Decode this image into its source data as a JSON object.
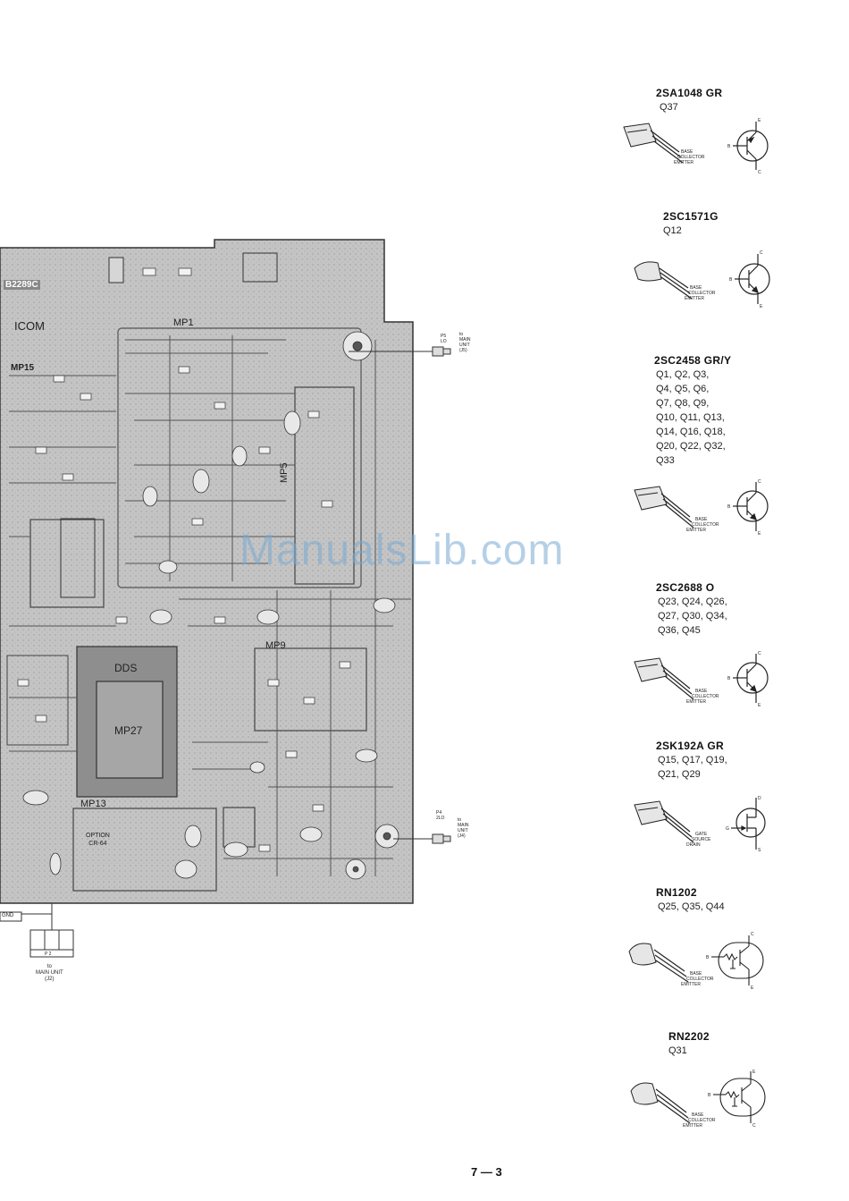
{
  "board": {
    "code": "B2289C",
    "brand": "ICOM",
    "module_labels": [
      "MP15",
      "MP1",
      "MP5",
      "MP9",
      "MP13",
      "DDS",
      "MP27"
    ],
    "option_label": [
      "OPTION",
      "CR-64"
    ],
    "gnd": "GND",
    "p5": {
      "name": "P5",
      "sig": "LO",
      "dest": [
        "to",
        "MAIN",
        "UNIT",
        "(J5)"
      ]
    },
    "p4": {
      "name": "P4",
      "sig": "2LO",
      "dest": [
        "to",
        "MAIN",
        "UNIT",
        "(J4)"
      ]
    },
    "p2": {
      "name": "P 2",
      "dest": [
        "to",
        "MAIN UNIT",
        "(J2)"
      ]
    }
  },
  "transistors": [
    {
      "title": "2SA1048  GR",
      "refs": [
        "Q37"
      ],
      "type": "pnp",
      "pins": [
        "BASE",
        "COLLECTOR",
        "EMITTER"
      ]
    },
    {
      "title": "2SC1571G",
      "refs": [
        "Q12"
      ],
      "type": "npn",
      "pins": [
        "BASE",
        "COLLECTOR",
        "EMITTER"
      ]
    },
    {
      "title": "2SC2458  GR/Y",
      "refs": [
        "Q1,  Q2,  Q3,",
        "Q4,  Q5,  Q6,",
        "Q7,  Q8,  Q9,",
        "Q10,  Q11,  Q13,",
        "Q14,  Q16,  Q18,",
        "Q20,  Q22,  Q32,",
        "Q33"
      ],
      "type": "npn",
      "pins": [
        "BASE",
        "COLLECTOR",
        "EMITTER"
      ]
    },
    {
      "title": "2SC2688  O",
      "refs": [
        "Q23,  Q24,  Q26,",
        "Q27,  Q30,  Q34,",
        "Q36,  Q45"
      ],
      "type": "npn",
      "pins": [
        "BASE",
        "COLLECTOR",
        "EMITTER"
      ]
    },
    {
      "title": "2SK192A  GR",
      "refs": [
        "Q15,  Q17,  Q19,",
        "Q21,  Q29"
      ],
      "type": "fet",
      "pins": [
        "GATE",
        "SOURCE",
        "DRAIN"
      ]
    },
    {
      "title": "RN1202",
      "refs": [
        "Q25,  Q35,  Q44"
      ],
      "type": "rn-npn",
      "pins": [
        "BASE",
        "COLLECTOR",
        "EMITTER"
      ]
    },
    {
      "title": "RN2202",
      "refs": [
        "Q31"
      ],
      "type": "rn-pnp",
      "pins": [
        "BASE",
        "COLLECTOR",
        "EMITTER"
      ]
    }
  ],
  "watermark": "ManualsLib.com",
  "page_number": "7 — 3"
}
